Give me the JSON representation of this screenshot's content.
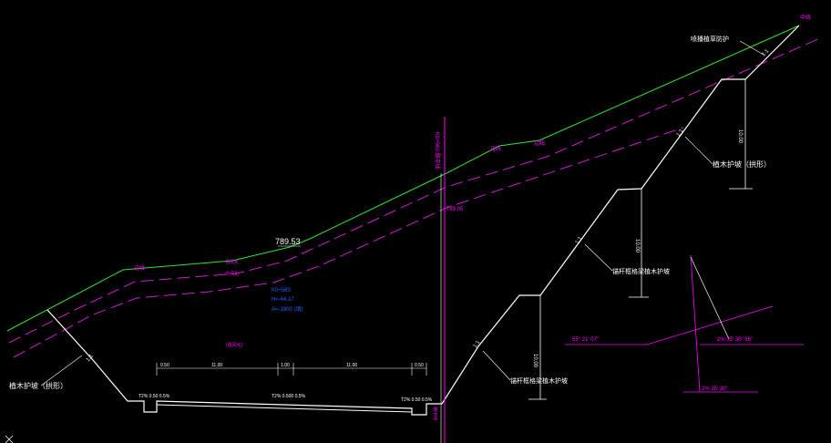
{
  "labels": {
    "elevation_top": "789.53",
    "slope_ratio_1": "1:1",
    "slope_ratio_2": "1:1",
    "slope_ratio_3": "1:1",
    "slope_ratio_4": "1:1",
    "slope_ratio_5": "1:1",
    "left_protect": "植木护坡（拱形）",
    "right_protect_upper": "植木护坡（拱形）",
    "right_protect_mid": "锚杆框格梁植木护坡",
    "right_protect_low": "锚杆框格梁植木护坡",
    "top_protect": "喷播植草防护",
    "dim_1": "0.50",
    "dim_2": "11.00",
    "dim_3": "1.00",
    "dim_4": "11.00",
    "dim_5": "0.50",
    "road_left": "T2% 0.50 0.5%",
    "road_center": "T2% 0.500 0.5%",
    "road_right": "T2% 0.50 0.5%",
    "bench_h1": "10.00",
    "bench_h2": "10.00",
    "bench_h3": "10.00",
    "station_vertical": "K0+560 路中线",
    "mag_label_1": "边线",
    "mag_label_2": "边线",
    "mag_label_3": "边线",
    "mag_label_4": "中线",
    "mag_label_5": "路中线",
    "mag_small_1": "强风化",
    "mag_small_2": "中风化",
    "mag_small_3": "(强风化)",
    "mag_right_val": "789.05",
    "blue_1": "K0+560",
    "blue_2": "H=-64.17",
    "blue_3": "A=-1800 (填)",
    "angle_1": "55° 21' 07\"",
    "angle_2": "2% 35' 30\" 56°",
    "angle_3": "2% 35' 30\""
  }
}
